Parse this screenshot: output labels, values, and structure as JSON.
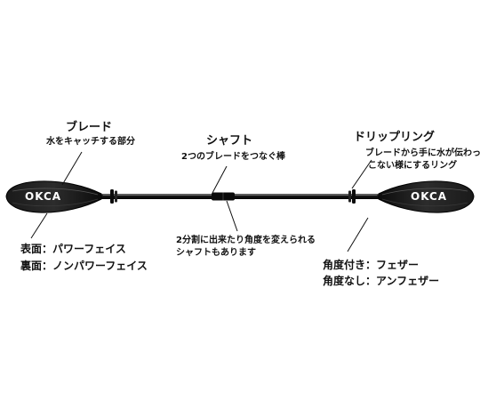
{
  "blade": {
    "title": "ブレード",
    "desc": "水をキャッチする部分"
  },
  "shaft": {
    "title": "シャフト",
    "desc": "2つのブレードをつなぐ棒"
  },
  "drip_ring": {
    "title": "ドリップリング",
    "desc_line1": "ブレードから手に水が伝わって",
    "desc_line2": "こない様にするリング"
  },
  "faces": {
    "front": "表面：パワーフェイス",
    "back": "裏面：ノンパワーフェイス"
  },
  "split": {
    "line1": "2分割に出来たり角度を変えられる",
    "line2": "シャフトもあります"
  },
  "feather": {
    "with_angle": "角度付き：フェザー",
    "no_angle": "角度なし：アンフェザー"
  },
  "paddle": {
    "brand_left": "OKCA",
    "brand_right": "OKCA",
    "blade_color": "#0e0e0e",
    "shaft_color": "#151515",
    "highlight_color": "#5a5a5a"
  }
}
